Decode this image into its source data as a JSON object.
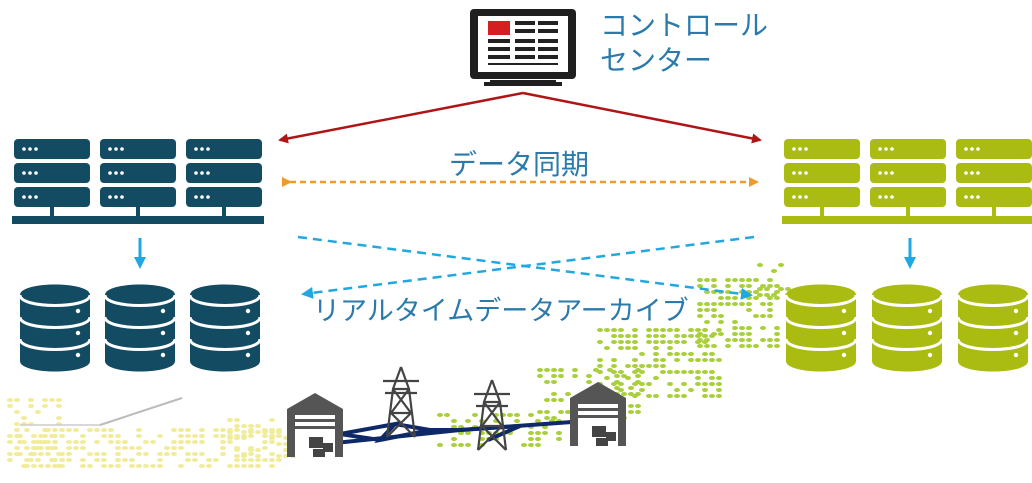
{
  "control_center": {
    "label_line1": "コントロール",
    "label_line2": "センター"
  },
  "sync": {
    "label": "データ同期"
  },
  "archive": {
    "label": "リアルタイムデータアーカイブ"
  },
  "colors": {
    "left_site": "#134b63",
    "right_site": "#aabb12",
    "control_link": "#b01515",
    "sync_link": "#f09a2a",
    "archive_link": "#22a8e0",
    "monitor_screen_red": "#d42020",
    "map_dots_left": "#f1ec9a",
    "map_dots_right": "#a9cf3a",
    "grid_line": "#0f2868",
    "facility": "#555555",
    "label_text": "#2a7aab"
  },
  "icons": {
    "control": "monitor-icon",
    "server": "server-rack-icon",
    "database": "database-icon",
    "warehouse": "warehouse-icon",
    "tower": "power-tower-icon"
  }
}
